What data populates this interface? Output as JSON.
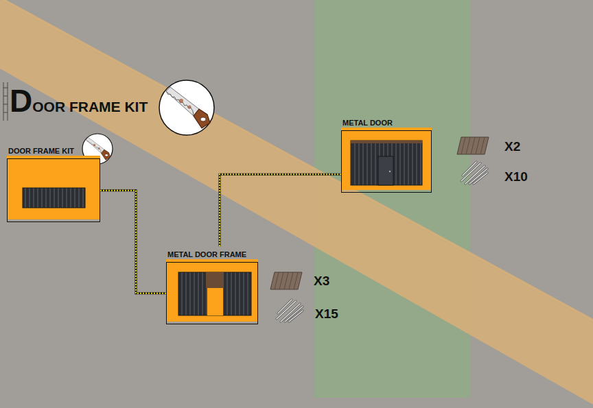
{
  "diagram": {
    "title": "DOOR FRAME KIT",
    "nodes": [
      {
        "text": [
          "DOOR FRAME KIT"
        ]
      },
      {
        "text": [
          "METAL DOOR FRAME"
        ]
      },
      {
        "text": [
          "METAL DOOR"
        ]
      }
    ],
    "edges": [
      {
        "from": 0,
        "to": 1,
        "arrow": "none"
      },
      {
        "from": 1,
        "to": 2,
        "arrow": "none"
      }
    ],
    "labels": [
      "X2",
      "X10",
      "X3",
      "X15"
    ]
  }
}
